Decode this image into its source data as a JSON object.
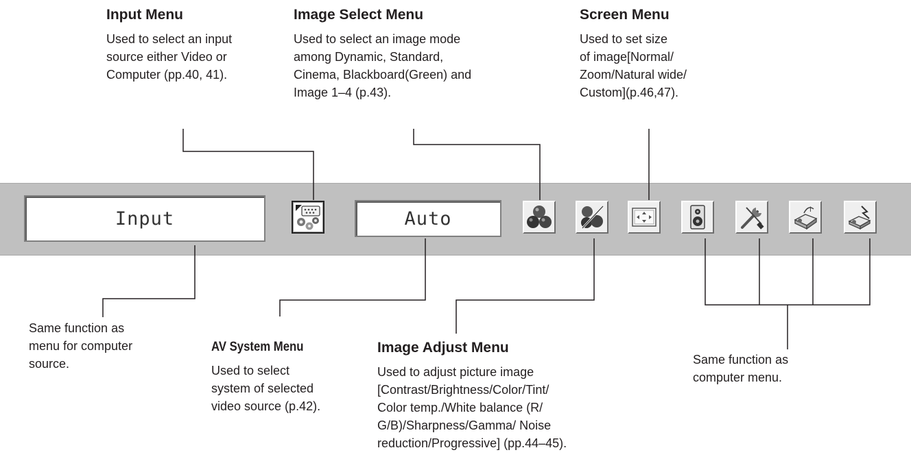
{
  "annotations": {
    "input_menu": {
      "title": "Input Menu",
      "lines": [
        "Used to select an input",
        "source either Video or",
        "Computer (pp.40, 41)."
      ]
    },
    "image_select_menu": {
      "title": "Image Select Menu",
      "lines": [
        "Used to select an image mode",
        "among Dynamic, Standard,",
        "Cinema, Blackboard(Green) and",
        "Image 1–4 (p.43)."
      ]
    },
    "screen_menu": {
      "title": "Screen Menu",
      "lines": [
        "Used to set size",
        "of image[Normal/",
        "Zoom/Natural wide/",
        "Custom](p.46,47)."
      ]
    },
    "source_note": {
      "lines": [
        "Same function as",
        "menu for computer",
        "source."
      ]
    },
    "av_system_menu": {
      "title": "AV System Menu",
      "lines": [
        "Used to select",
        "system of selected",
        "video source (p.42)."
      ]
    },
    "image_adjust_menu": {
      "title": "Image Adjust Menu",
      "lines": [
        "Used to adjust picture image",
        "[Contrast/Brightness/Color/Tint/",
        "Color temp./White balance (R/",
        "G/B)/Sharpness/Gamma/ Noise",
        "reduction/Progressive] (pp.44–45)."
      ]
    },
    "computer_note": {
      "lines": [
        "Same function as",
        "computer menu."
      ]
    }
  },
  "menubar": {
    "input_field": "Input",
    "system_field": "Auto",
    "icons": [
      "input-menu-icon",
      "image-select-icon",
      "image-adjust-icon",
      "screen-icon",
      "sound-icon",
      "setting-icon",
      "information-icon",
      "network-icon"
    ]
  },
  "colors": {
    "menubar_bg": "#c0c0c0",
    "line": "#231f20",
    "text": "#231f20"
  }
}
